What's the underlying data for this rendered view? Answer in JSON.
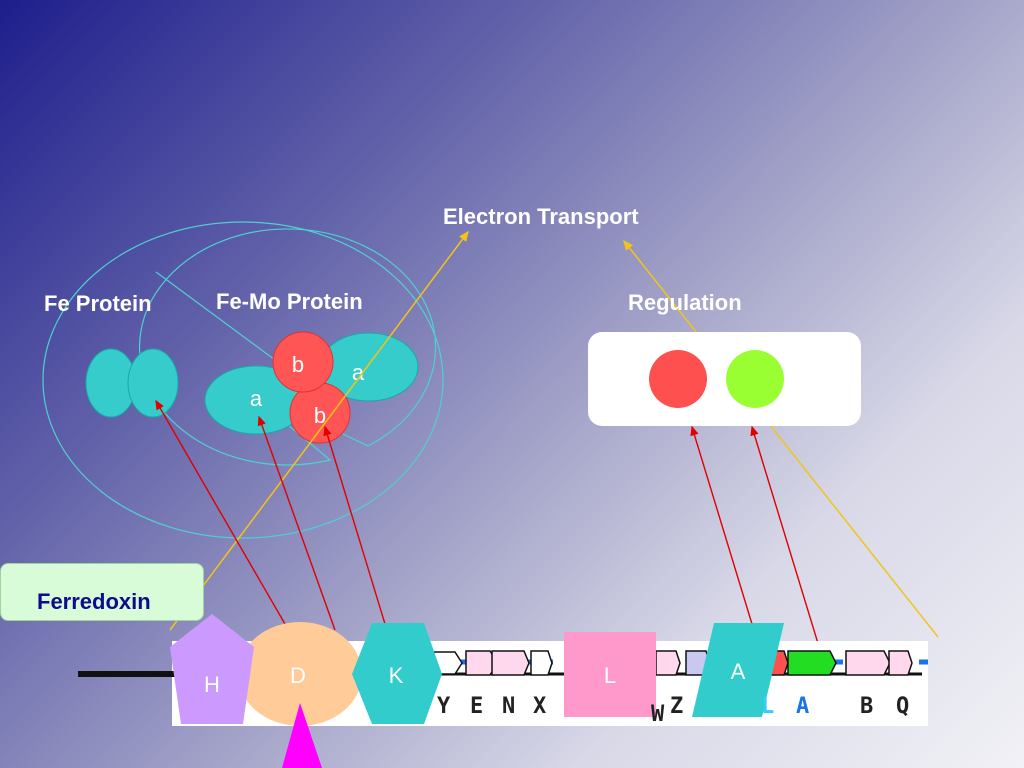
{
  "labels": {
    "fe_protein": "Fe Protein",
    "femo_protein": "Fe-Mo Protein",
    "regulation": "Regulation",
    "electron_transport": "Electron Transport",
    "ferredoxin": "Ferredoxin"
  },
  "subunits": {
    "a_left": "a",
    "a_right": "a",
    "b_top": "b",
    "b_bottom": "b"
  },
  "genes": {
    "H": "H",
    "D": "D",
    "K": "K",
    "L": "L",
    "A": "A"
  },
  "gene_letters": {
    "Y": "Y",
    "E": "E",
    "N": "N",
    "X": "X",
    "W": "W",
    "Z": "Z",
    "L": "L",
    "A": "A",
    "B": "B",
    "Q": "Q"
  },
  "colors": {
    "protein_teal": "#36cccc",
    "subunit_red": "#ff5555",
    "gene_h": "#cc99ff",
    "gene_d": "#ffcc99",
    "gene_k": "#33cccc",
    "gene_l": "#ff99cc",
    "gene_a": "#33cccc",
    "regulation_red": "#ff5050",
    "regulation_green": "#99ff33",
    "arrow_red": "#e00000",
    "arrow_gold": "#f2c417",
    "magenta": "#ff00ff"
  }
}
